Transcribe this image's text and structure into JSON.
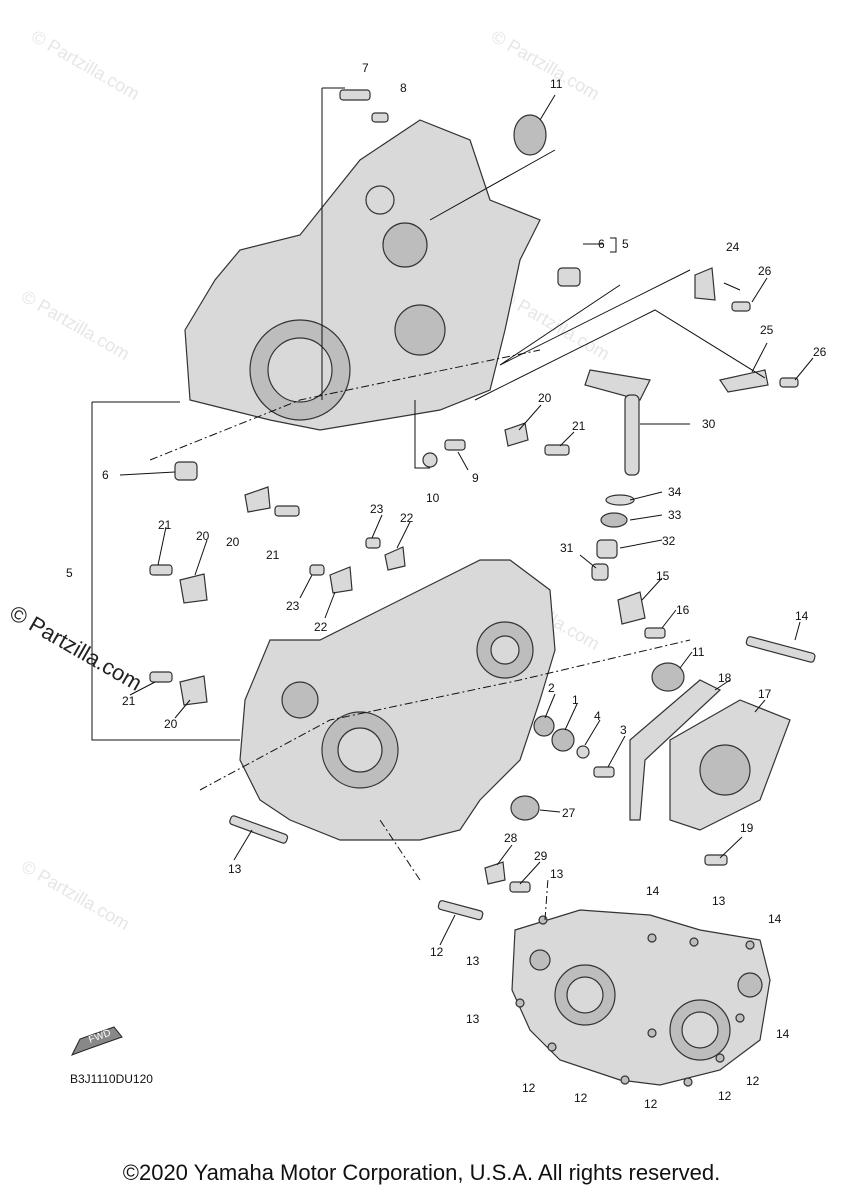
{
  "diagram": {
    "code": "B3J1110DU120",
    "copyright": "©2020 Yamaha Motor Corporation, U.S.A. All rights reserved.",
    "watermark": "© Partzilla.com",
    "watermark_faint": "© Partzilla.com",
    "fwd_label": "FWD",
    "callouts": [
      "7",
      "8",
      "11",
      "6",
      "5",
      "24",
      "26",
      "25",
      "26",
      "30",
      "20",
      "21",
      "9",
      "10",
      "6",
      "20",
      "21",
      "5",
      "21",
      "20",
      "23",
      "22",
      "23",
      "22",
      "34",
      "33",
      "32",
      "31",
      "15",
      "16",
      "14",
      "11",
      "18",
      "17",
      "2",
      "1",
      "4",
      "3",
      "21",
      "20",
      "27",
      "19",
      "13",
      "28",
      "29",
      "12",
      "13",
      "14",
      "13",
      "14",
      "13",
      "13",
      "14",
      "12",
      "12",
      "12",
      "12",
      "12"
    ]
  }
}
